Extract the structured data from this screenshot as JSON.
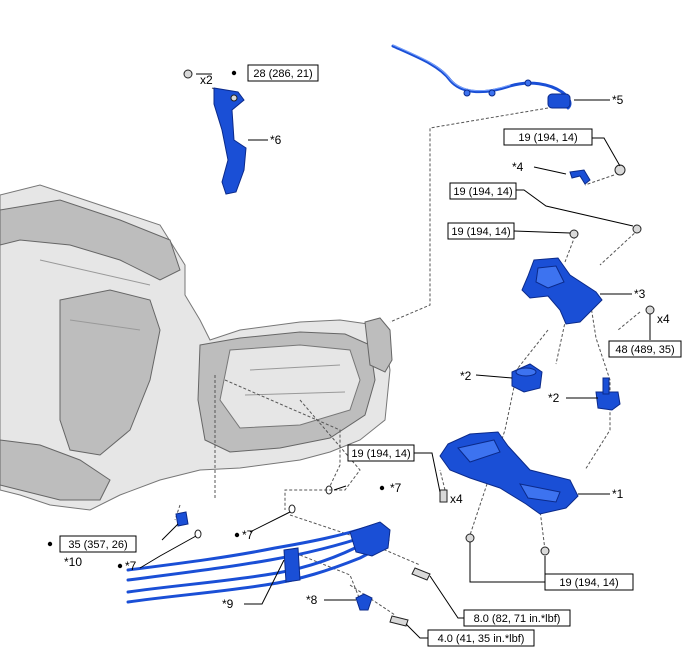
{
  "torque_labels": {
    "t28": "28 (286, 21)",
    "t19_a": "19 (194, 14)",
    "t19_b": "19 (194, 14)",
    "t19_c": "19 (194, 14)",
    "t48": "48 (489, 35)",
    "t19_d": "19 (194, 14)",
    "t19_e": "19 (194, 14)",
    "t35": "35 (357, 26)",
    "t8": "8.0 (82, 71 in.*lbf)",
    "t4": "4.0 (41, 35 in.*lbf)"
  },
  "part_callouts": {
    "p1": "*1",
    "p2a": "*2",
    "p2b": "*2",
    "p3": "*3",
    "p4": "*4",
    "p5": "*5",
    "p6": "*6",
    "p7a": "*7",
    "p7b": "*7",
    "p7c": "*7",
    "p8": "*8",
    "p9": "*9",
    "p10": "*10"
  },
  "quantity_labels": {
    "x2": "x2",
    "x4_a": "x4",
    "x4_b": "x4"
  },
  "colors": {
    "part_blue": "#1a4fd6",
    "engine_gray": "#e6e6e6"
  }
}
